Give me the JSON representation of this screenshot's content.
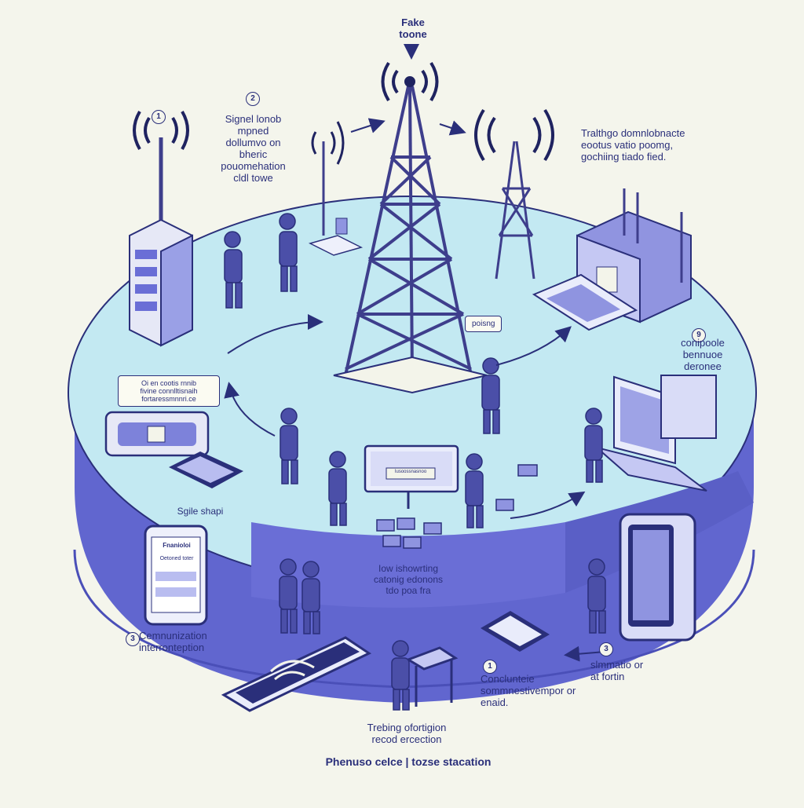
{
  "labels": {
    "fake_tower": "Fake\ntoone",
    "signal_note": "Signel lonob\nmpned\ndollumvo on\nbheric\npouomehation\ncldl towe",
    "tracking_note": "Tralthgo domnlobnacte\neootus vatio poomg,\ngochiing tiado fied.",
    "console_note": "conipoole\nbennuoe\nderonee",
    "sticker_note": "Oi en cootis rnnib\nfivine connlltisnaih\nfortaressmnnri.ce",
    "logging_tag": "poisng",
    "single_shap": "Sgile shapi",
    "showing_note": "Iow ishowrting\ncatonig edonons\ntdo poa fra",
    "communication_note": "Cemnunization\ninterronteption",
    "conclusion_note": "Conclunteie\nsommnestivempor or\nenaid.",
    "simulation_note": "slmmatio or\nat fortin",
    "tracking_record": "Trebing ofortigion\nrecod ercection",
    "footer_title": "Phenuso celce | tozse stacation",
    "phone_screen_title": "Fnanioloi",
    "phone_screen_line": "Oetoned toter",
    "monitor_text": "Iusoossnasnoo"
  },
  "step_numbers": {
    "n1": "1",
    "n2": "2",
    "n3": "3",
    "n4": "3",
    "n5": "1",
    "n6": "9"
  },
  "colors": {
    "background": "#f4f5ec",
    "platform_top": "#bfe8f2",
    "platform_side": "#5f63d0",
    "platform_side_dark": "#4a4fb8",
    "ink": "#2a2f7a",
    "figure": "#4b4fa8",
    "tower": "#3e3e8c",
    "device_light": "#e9ecfb",
    "device_mid": "#8f94e0"
  }
}
